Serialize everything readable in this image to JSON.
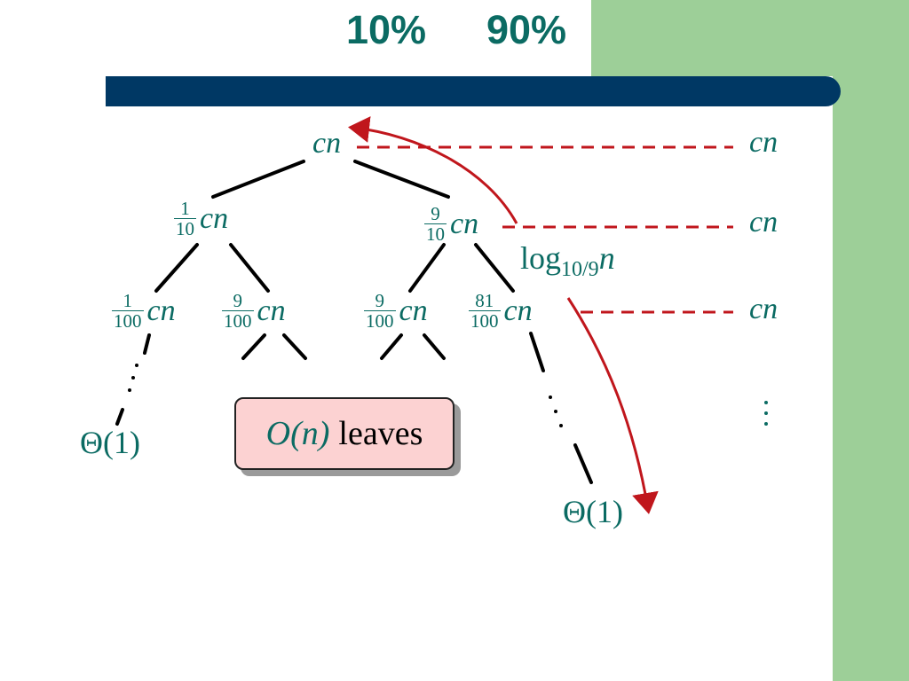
{
  "title": {
    "left_percent": "10%",
    "right_percent": "90%"
  },
  "colors": {
    "teal_text": "#0b6b63",
    "navy_bar": "#003864",
    "green_panel": "#9dcf98",
    "box_fill": "#fcd2d2",
    "arrow_red": "#c0161c"
  },
  "tree": {
    "root": {
      "label": "cn"
    },
    "level1": [
      {
        "num": "1",
        "den": "10",
        "label": "cn"
      },
      {
        "num": "9",
        "den": "10",
        "label": "cn"
      }
    ],
    "level2": [
      {
        "num": "1",
        "den": "100",
        "label": "cn"
      },
      {
        "num": "9",
        "den": "100",
        "label": "cn"
      },
      {
        "num": "9",
        "den": "100",
        "label": "cn"
      },
      {
        "num": "81",
        "den": "100",
        "label": "cn"
      }
    ],
    "leaf_left": "Θ(1)",
    "leaf_right": "Θ(1)"
  },
  "level_costs": [
    "cn",
    "cn",
    "cn"
  ],
  "height_label": {
    "base": "log",
    "subscript": "10/9",
    "var": "n"
  },
  "leaves_box": {
    "math": "O(n)",
    "text": "leaves"
  }
}
